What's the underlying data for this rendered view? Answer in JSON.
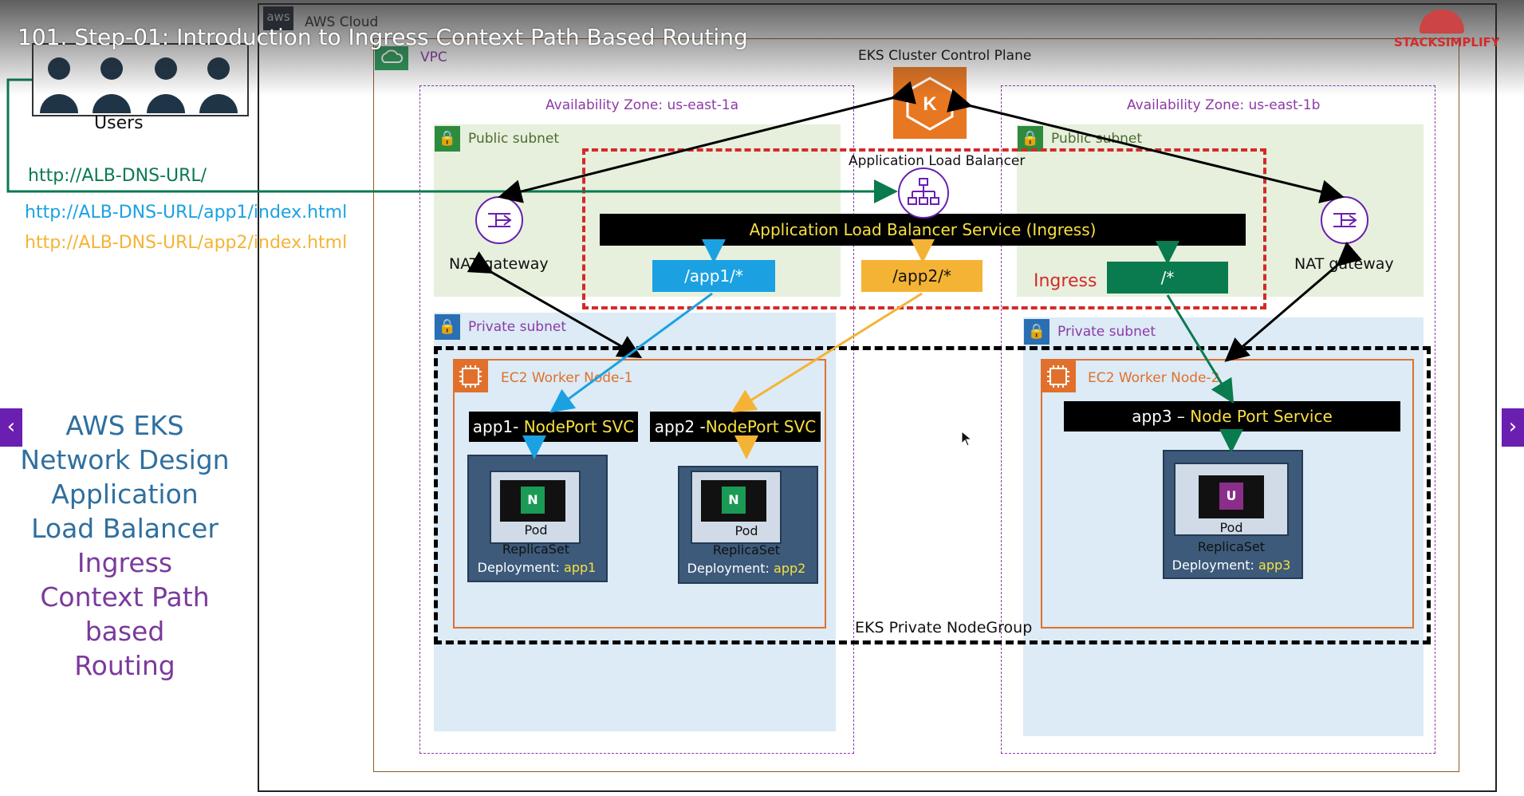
{
  "video": {
    "title": "101. Step-01: Introduction to Ingress Context Path Based Routing",
    "logo_text": "STACKSIMPLIFY"
  },
  "left_panel": {
    "users_label": "Users",
    "urls": [
      "http://ALB-DNS-URL/",
      "http://ALB-DNS-URL/app1/index.html",
      "http://ALB-DNS-URL/app2/index.html"
    ],
    "title_lines": [
      "AWS EKS",
      "Network Design",
      "Application",
      "Load Balancer",
      "Ingress",
      "Context Path based",
      "Routing"
    ]
  },
  "diagram": {
    "aws_cloud_label": "AWS Cloud",
    "aws_logo_text": "aws",
    "vpc_label": "VPC",
    "control_plane_label": "EKS Cluster Control Plane",
    "az_a_label": "Availability Zone: us-east-1a",
    "az_b_label": "Availability Zone: us-east-1b",
    "public_subnet_label": "Public subnet",
    "private_subnet_label": "Private subnet",
    "alb_label": "Application Load Balancer",
    "alb_service_label": "Application Load Balancer Service (Ingress)",
    "nat_gateway_label": "NAT gateway",
    "path_app1": "/app1/*",
    "path_app2": "/app2/*",
    "path_root": "/*",
    "ingress_label": "Ingress",
    "node1_label": "EC2 Worker Node-1",
    "node2_label": "EC2 Worker Node-2",
    "app1_svc_prefix": "app1- ",
    "app2_svc_prefix": "app2 -",
    "nodeport_svc": "NodePort SVC",
    "app3_svc_prefix": "app3 – ",
    "node_port_service": "Node Port Service",
    "pod_label": "Pod",
    "replicaset_label": "ReplicaSet",
    "deployment_prefix": "Deployment: ",
    "app1": "app1",
    "app2": "app2",
    "app3": "app3",
    "nginx_letter": "N",
    "ubuntu_letter": "U",
    "nodegroup_label": "EKS Private NodeGroup"
  },
  "colors": {
    "green": "#0a7a4f",
    "blue": "#1ba1e2",
    "orange": "#f5b335",
    "purple": "#6a1fb0",
    "red": "#d42a2a",
    "title_blue": "#2f6f9f"
  }
}
